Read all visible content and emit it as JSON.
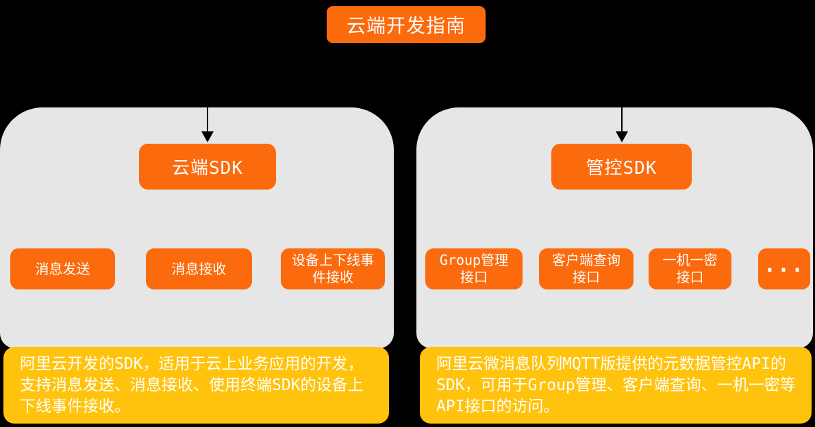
{
  "title": "云端开发指南",
  "panels": [
    {
      "header": "云端SDK",
      "items": [
        "消息发送",
        "消息接收",
        "设备上下线事\n件接收"
      ],
      "description": "阿里云开发的SDK，适用于云上业务应用的开发，支持消息发送、消息接收、使用终端SDK的设备上下线事件接收。"
    },
    {
      "header": "管控SDK",
      "items": [
        "Group管理\n接口",
        "客户端查询\n接口",
        "一机一密\n接口",
        "..."
      ],
      "description": "阿里云微消息队列MQTT版提供的元数据管控API的SDK，可用于Group管理、客户端查询、一机一密等API接口的访问。"
    }
  ],
  "colors": {
    "orange": "#FB6A0D",
    "yellow": "#FFC30D",
    "panel_gray": "#E6E6E6",
    "background": "#000000",
    "text": "#FFFFFF",
    "arrow": "#000000"
  }
}
